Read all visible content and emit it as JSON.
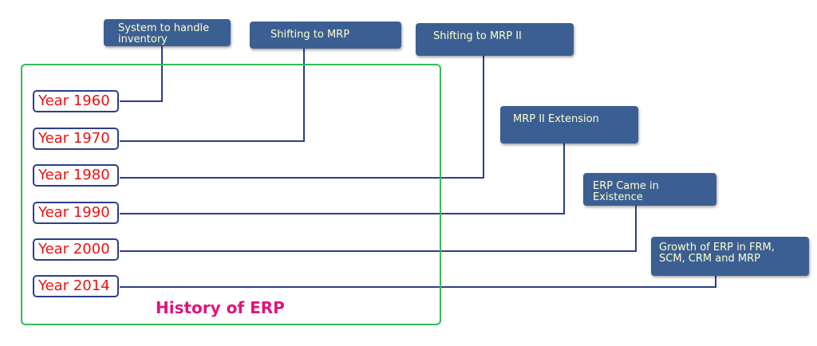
{
  "diagram": {
    "title": "History of ERP",
    "years": [
      "Year 1960",
      "Year 1970",
      "Year 1980",
      "Year 1990",
      "Year 2000",
      "Year 2014"
    ],
    "events": [
      "System to handle inventory",
      "Shifting to MRP",
      "Shifting to MRP II",
      "MRP II Extension",
      "ERP Came in Existence",
      "Growth of ERP in FRM, SCM, CRM and MRP"
    ],
    "colors": {
      "frame": "#33bb55",
      "year_text": "#ee1111",
      "year_border": "#2b3f8c",
      "event_box": "#3b5f93",
      "event_text": "#ffffcc",
      "connector": "#2b3f8c",
      "title": "#e0157a"
    }
  }
}
